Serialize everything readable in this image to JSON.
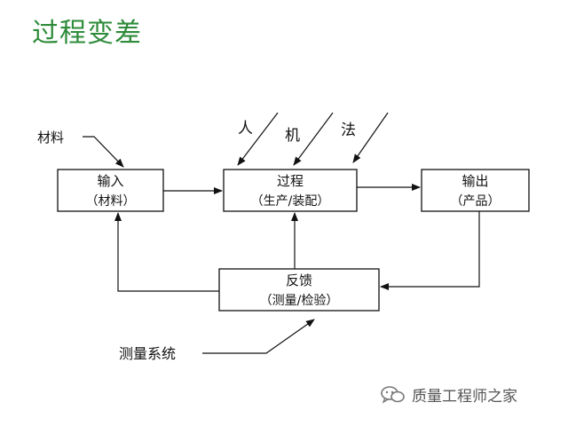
{
  "title": "过程变差",
  "nodes": {
    "input": {
      "line1": "输入",
      "line2": "（材料）"
    },
    "process": {
      "line1": "过程",
      "line2": "（生产/装配）"
    },
    "output": {
      "line1": "输出",
      "line2": "（产品）"
    },
    "feedback": {
      "line1": "反馈",
      "line2": "（测量/检验）"
    }
  },
  "labels": {
    "material": "材料",
    "man": "人",
    "machine": "机",
    "method": "法",
    "measurement_system": "测量系统"
  },
  "watermark": {
    "text": "质量工程师之家",
    "icon": "wechat-icon"
  }
}
